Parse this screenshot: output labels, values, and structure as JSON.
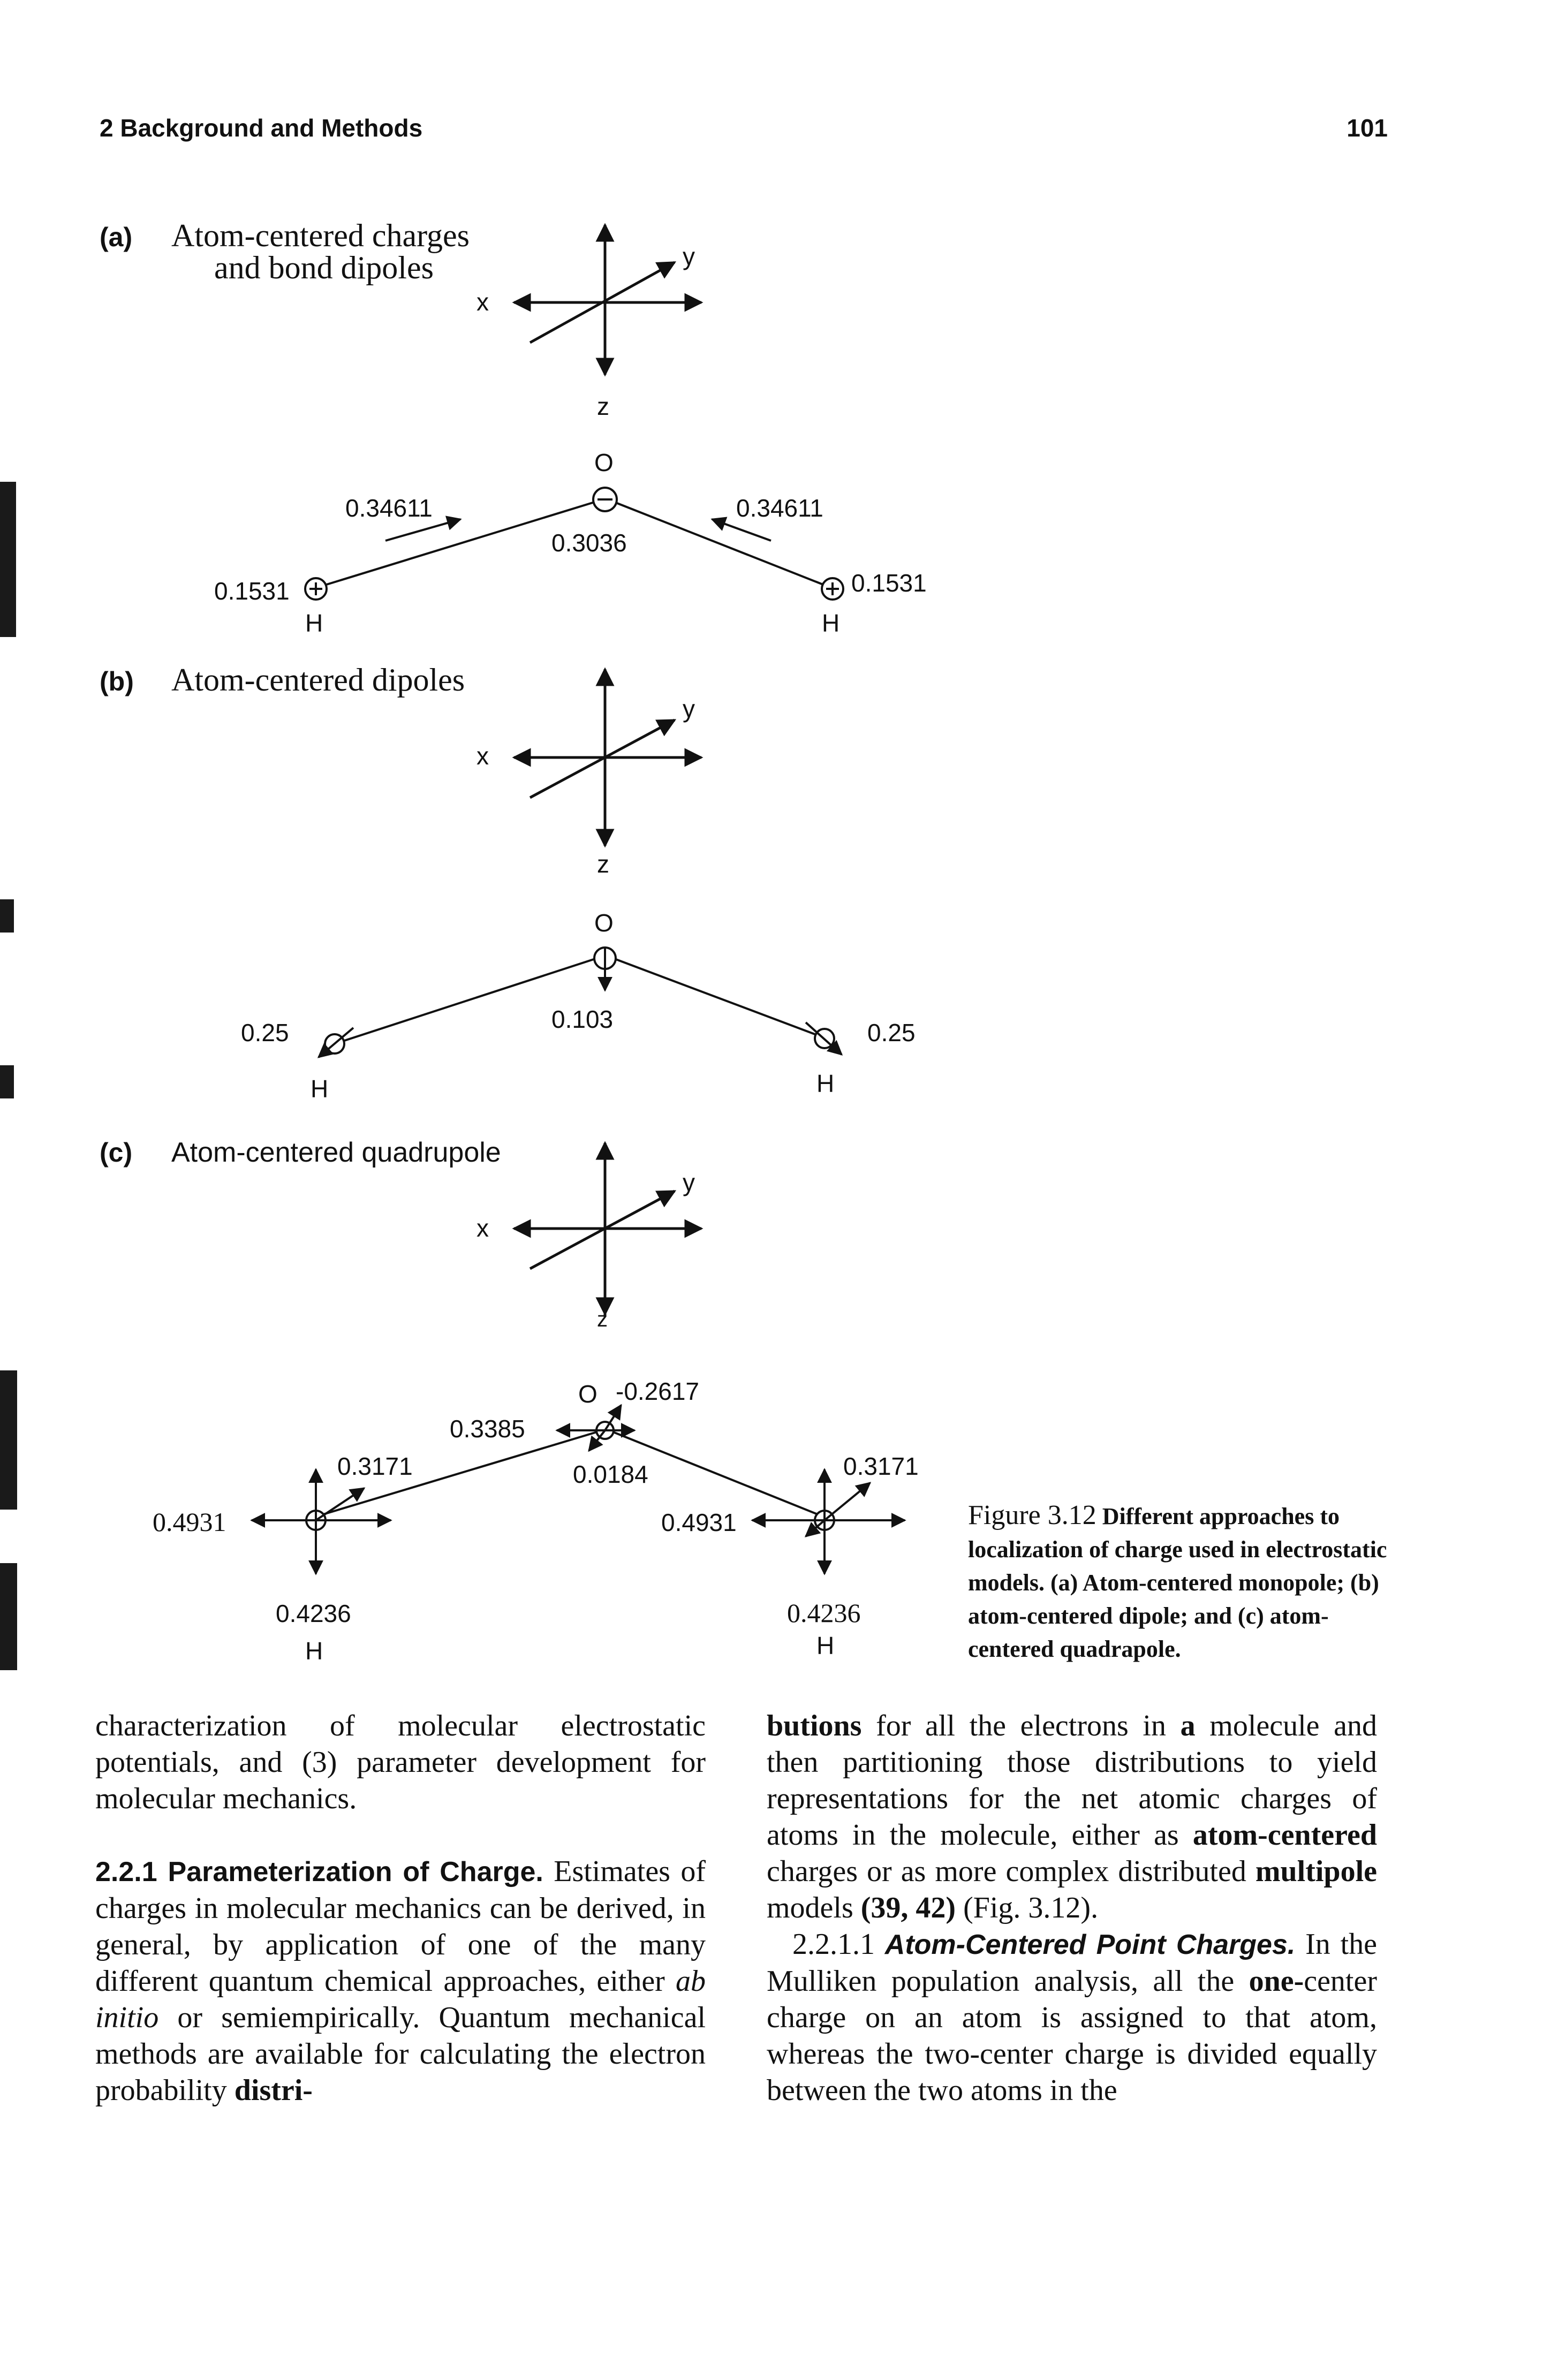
{
  "header": {
    "left": "2 Background and Methods",
    "right": "101"
  },
  "figure": {
    "panel_a": {
      "label": "(a)",
      "title_line1": "Atom-centered charges",
      "title_line2": "and bond dipoles",
      "q_h_left": "0.1531",
      "q_h_right": "0.1531",
      "q_o": "0.3036",
      "bond_left": "0.34611",
      "bond_right": "0.34611"
    },
    "panel_b": {
      "label": "(b)",
      "title": "Atom-centered dipoles",
      "dip_h_left": "0.25",
      "dip_h_right": "0.25",
      "dip_o": "0.103"
    },
    "panel_c": {
      "label": "(c)",
      "title": "Atom-centered quadrupole",
      "o_q": "-0.2617",
      "o_upper": "0.3385",
      "o_lower": "0.0184",
      "hl_z": "0.3171",
      "hl_x": "0.4931",
      "hl_y": "0.4236",
      "hr_z": "0.3171",
      "hr_x": "0.4931",
      "hr_y": "0.4236"
    },
    "axes": {
      "x": "x",
      "y": "y",
      "z": "z"
    },
    "atoms": {
      "o": "O",
      "h": "H"
    }
  },
  "caption": {
    "label": "Figure 3.12",
    "text": "Different approaches to localization of charge used in electrostatic models. (a) Atom-centered monopole; (b) atom-centered dipole; and (c) atom-centered quadrapole."
  },
  "left_column": {
    "p1": "characterization of molecular electrostatic potentials, and (3) parameter development for molecular mechanics.",
    "sec_title": "2.2.1 Parameterization of Charge.",
    "p2_a": " Estimates of charges in molecular mechanics can be derived, in general, by application of one of the many different quantum chemical approaches, either ",
    "p2_ital": "ab initio",
    "p2_b": " or semiempirically. Quantum mechanical methods are available for calculating the electron probability ",
    "p2_bold": "distri-"
  },
  "right_column": {
    "p1_bold1": "butions",
    "p1_a": " for all the electrons in ",
    "p1_bold2": "a",
    "p1_b": " molecule and then partitioning those distributions to yield representations for the net atomic charges of atoms in the molecule, either as ",
    "p1_bold3": "atom-centered",
    "p1_c": " charges or as more complex distributed ",
    "p1_bold4": "multipole",
    "p1_d": " models ",
    "p1_bold5": "(39, 42)",
    "p1_e": " (Fig. 3.12).",
    "sub_num": "2.2.1.1",
    "sub_title": "Atom-Centered Point Charges.",
    "p2_a": " In the Mulliken population analysis, all the ",
    "p2_bold": "one-",
    "p2_b": "center charge on an atom is assigned to that atom, whereas the two-center charge is divided equally between the two atoms in the"
  }
}
